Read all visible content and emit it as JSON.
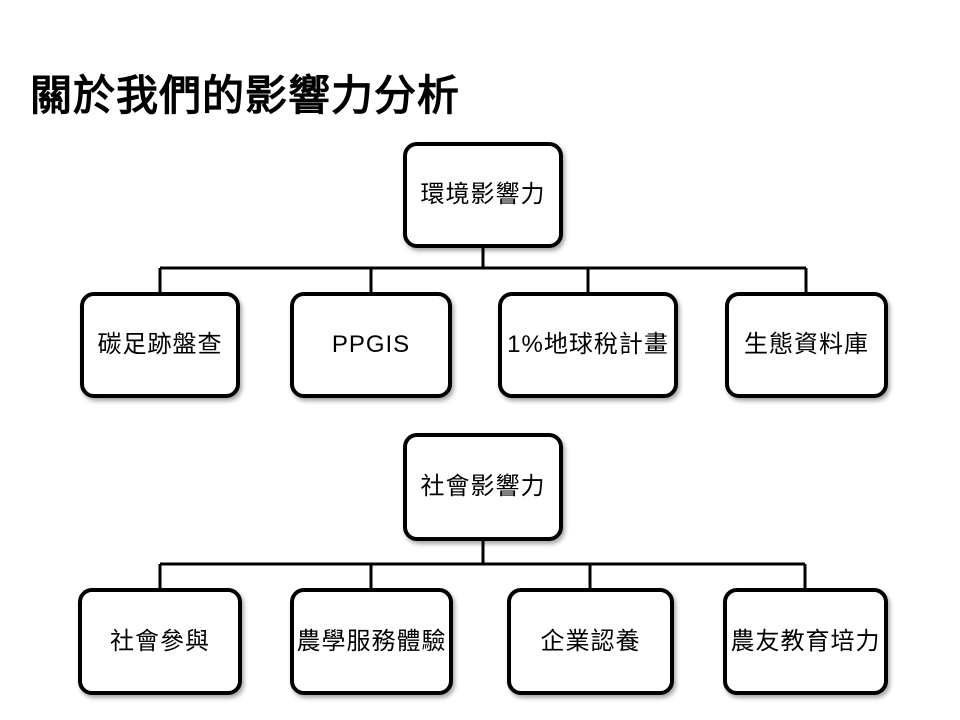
{
  "page": {
    "title": "關於我們的影響力分析",
    "background_color": "#ffffff",
    "line_color": "#000000",
    "box_fill_color": "#ffffff",
    "box_border_color": "#000000"
  },
  "diagram": {
    "type": "org-chart",
    "trees": [
      {
        "root": {
          "label": "環境影響力"
        },
        "children": [
          {
            "label": "碳足跡盤查"
          },
          {
            "label": "PPGIS"
          },
          {
            "label": "1%地球稅計畫"
          },
          {
            "label": "生態資料庫"
          }
        ]
      },
      {
        "root": {
          "label": "社會影響力"
        },
        "children": [
          {
            "label": "社會參與"
          },
          {
            "label": "農學服務體驗"
          },
          {
            "label": "企業認養"
          },
          {
            "label": "農友教育培力"
          }
        ]
      }
    ]
  }
}
